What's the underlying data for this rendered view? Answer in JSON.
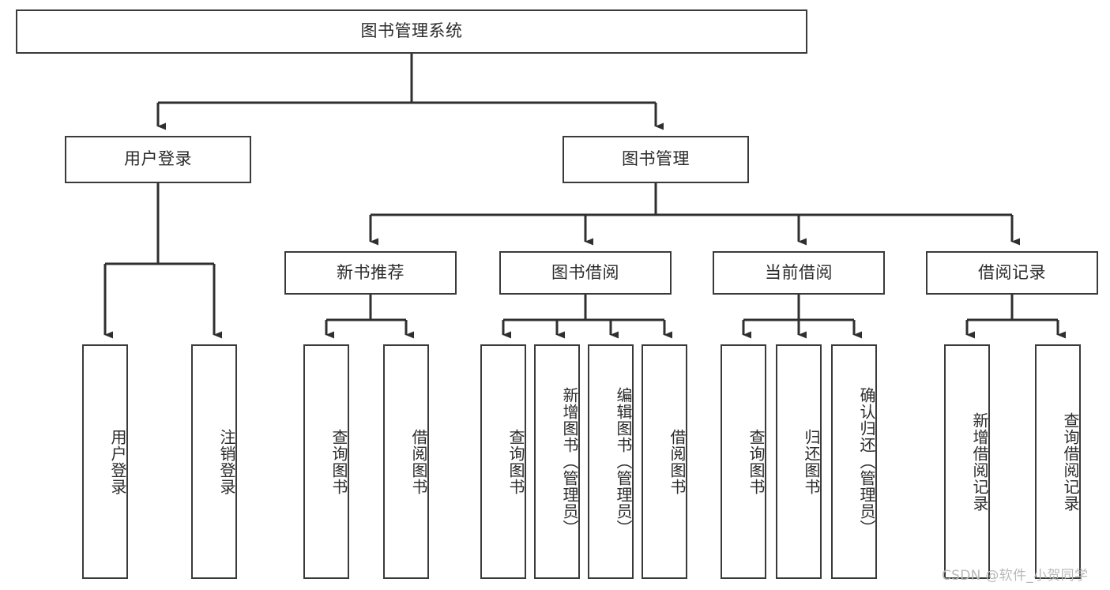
{
  "diagram": {
    "type": "tree-hierarchy-chart",
    "title": "图书管理系统",
    "orientation": "top-down",
    "colors": {
      "box_border": "#3a3a3a",
      "box_fill": "#ffffff",
      "text": "#2b2b2b",
      "edge": "#2f2f2f",
      "watermark": "#b9b9b9",
      "background": "#ffffff"
    },
    "root": {
      "label": "图书管理系统"
    },
    "level2": [
      {
        "id": "user-login",
        "label": "用户登录"
      },
      {
        "id": "book-manage",
        "label": "图书管理"
      }
    ],
    "level3": [
      {
        "id": "new-book-recommend",
        "label": "新书推荐"
      },
      {
        "id": "book-borrow",
        "label": "图书借阅"
      },
      {
        "id": "current-borrow",
        "label": "当前借阅"
      },
      {
        "id": "borrow-record",
        "label": "借阅记录"
      }
    ],
    "leaves": {
      "user_login": [
        {
          "id": "leaf-user-login",
          "label": "用户登录"
        },
        {
          "id": "leaf-logout-login",
          "label": "注销登录"
        }
      ],
      "new_book_recommend": [
        {
          "id": "leaf-query-book-1",
          "label": "查询图书"
        },
        {
          "id": "leaf-borrow-book-1",
          "label": "借阅图书"
        }
      ],
      "book_borrow": [
        {
          "id": "leaf-query-book-2",
          "label": "查询图书"
        },
        {
          "id": "leaf-add-book",
          "label": "新增图书（管理员）"
        },
        {
          "id": "leaf-edit-book",
          "label": "编辑图书（管理员）"
        },
        {
          "id": "leaf-borrow-book-2",
          "label": "借阅图书"
        }
      ],
      "current_borrow": [
        {
          "id": "leaf-query-book-3",
          "label": "查询图书"
        },
        {
          "id": "leaf-return-book",
          "label": "归还图书"
        },
        {
          "id": "leaf-confirm-return",
          "label": "确认归还（管理员）"
        }
      ],
      "borrow_record": [
        {
          "id": "leaf-add-record",
          "label": "新增借阅记录"
        },
        {
          "id": "leaf-query-record",
          "label": "查询借阅记录"
        }
      ]
    },
    "watermark": "CSDN @软件_小贺同学"
  }
}
